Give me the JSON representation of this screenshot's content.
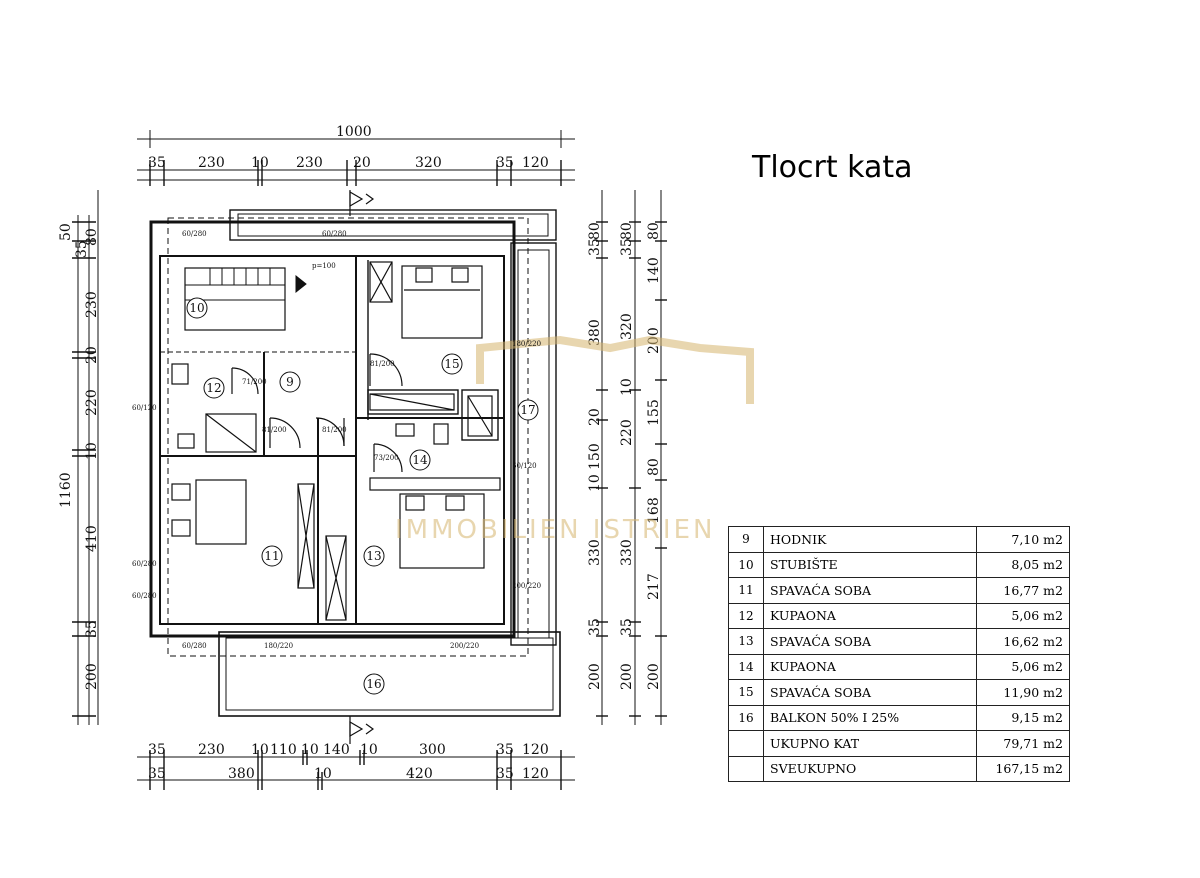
{
  "title": "Tlocrt kata",
  "watermark": "IMMOBILIEN ISTRIEN",
  "dimensions": {
    "top_total": "1000",
    "top_row": [
      "35",
      "230",
      "10",
      "230",
      "20",
      "320",
      "35",
      "120"
    ],
    "bottom_row1": [
      "35",
      "230",
      "10",
      "110",
      "10",
      "140",
      "10",
      "300",
      "35",
      "120"
    ],
    "bottom_row2": [
      "35",
      "380",
      "10",
      "420",
      "35",
      "120"
    ],
    "left_total": "1160",
    "left_row": [
      "50",
      "35",
      "80",
      "230",
      "20",
      "220",
      "10",
      "410",
      "35",
      "200"
    ],
    "right_row1": [
      "35",
      "80",
      "320",
      "10",
      "20",
      "150",
      "10",
      "330",
      "35",
      "200"
    ],
    "right_row2": [
      "35",
      "80",
      "380",
      "220",
      "330",
      "35",
      "200"
    ],
    "right_row3": [
      "80",
      "140",
      "200",
      "155",
      "80",
      "168",
      "217",
      "200"
    ]
  },
  "room_numbers": [
    "9",
    "10",
    "11",
    "12",
    "13",
    "14",
    "15",
    "16",
    "17"
  ],
  "small_labels": [
    "60/280",
    "60/280",
    "p=100",
    "71/200",
    "81/200",
    "60/120",
    "180/220",
    "73/200",
    "60/120",
    "60/280",
    "60/280",
    "200/220",
    "180/220",
    "200/220",
    "60/280",
    "81/200",
    "81/200"
  ],
  "legend": [
    {
      "num": "9",
      "name": "HODNIK",
      "area": "7,10 m2"
    },
    {
      "num": "10",
      "name": "STUBIŠTE",
      "area": "8,05 m2"
    },
    {
      "num": "11",
      "name": "SPAVAĆA SOBA",
      "area": "16,77 m2"
    },
    {
      "num": "12",
      "name": "KUPAONA",
      "area": "5,06 m2"
    },
    {
      "num": "13",
      "name": "SPAVAĆA SOBA",
      "area": "16,62 m2"
    },
    {
      "num": "14",
      "name": "KUPAONA",
      "area": "5,06 m2"
    },
    {
      "num": "15",
      "name": "SPAVAĆA SOBA",
      "area": "11,90 m2"
    },
    {
      "num": "16",
      "name": "BALKON 50% I 25%",
      "area": "9,15 m2"
    },
    {
      "num": "",
      "name": "UKUPNO KAT",
      "area": "79,71 m2"
    },
    {
      "num": "",
      "name": "SVEUKUPNO",
      "area": "167,15 m2"
    }
  ]
}
